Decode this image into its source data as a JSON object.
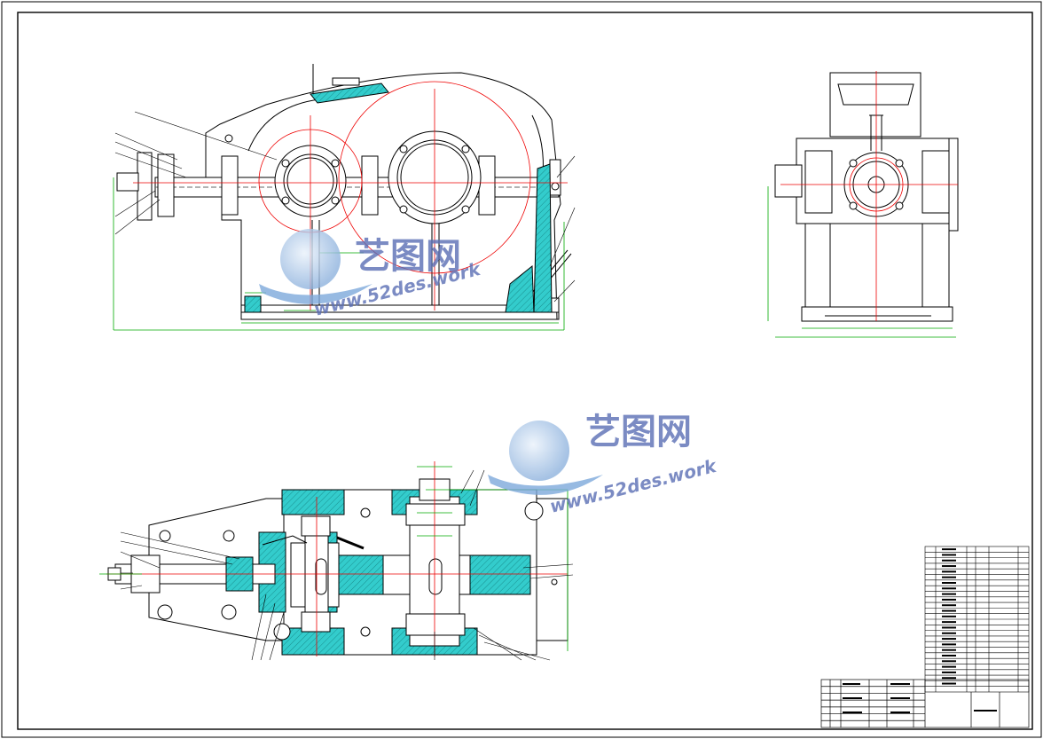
{
  "watermarks": [
    {
      "brand": "艺图网",
      "url": "www.52des.work"
    },
    {
      "brand": "艺图网",
      "url": "www.52des.work"
    }
  ],
  "colors": {
    "line": "#000000",
    "center_line": "#ff0000",
    "dimension": "#00aa00",
    "section_fill": "#33cccc",
    "watermark_text": "#5b6fb5",
    "watermark_globe": "#9fc0e6"
  },
  "views": [
    "front-view",
    "side-view",
    "top-section-view"
  ],
  "title_block": {
    "parts_list_rows": 26,
    "title_rows": 7
  }
}
